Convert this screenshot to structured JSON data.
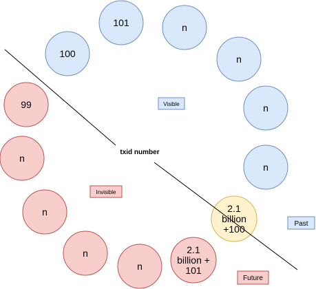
{
  "colors": {
    "past_fill": "#dae8fc",
    "past_stroke": "#6c8ebf",
    "future_fill": "#f8cecc",
    "future_stroke": "#b85450",
    "pivot_fill": "#fff2cc",
    "pivot_stroke": "#d6b656",
    "line": "#000000"
  },
  "center_label": "txid number",
  "region_labels": {
    "visible": "Visible",
    "invisible": "Invisible",
    "past": "Past",
    "future": "Future"
  },
  "nodes": [
    {
      "id": "n100",
      "group": "past",
      "lines": [
        "100"
      ]
    },
    {
      "id": "n101",
      "group": "past",
      "lines": [
        "101"
      ]
    },
    {
      "id": "p1",
      "group": "past",
      "lines": [
        "n"
      ]
    },
    {
      "id": "p2",
      "group": "past",
      "lines": [
        "n"
      ]
    },
    {
      "id": "p3",
      "group": "past",
      "lines": [
        "n"
      ]
    },
    {
      "id": "p4",
      "group": "past",
      "lines": [
        "n"
      ]
    },
    {
      "id": "pivot",
      "group": "pivot",
      "lines": [
        "2.1",
        "billion",
        "+100"
      ]
    },
    {
      "id": "fut101",
      "group": "future",
      "lines": [
        "2.1",
        "billion +",
        "101"
      ]
    },
    {
      "id": "f1",
      "group": "future",
      "lines": [
        "n"
      ]
    },
    {
      "id": "f2",
      "group": "future",
      "lines": [
        "n"
      ]
    },
    {
      "id": "f3",
      "group": "future",
      "lines": [
        "n"
      ]
    },
    {
      "id": "f4",
      "group": "future",
      "lines": [
        "n"
      ]
    },
    {
      "id": "n99",
      "group": "future",
      "lines": [
        "99"
      ]
    }
  ]
}
